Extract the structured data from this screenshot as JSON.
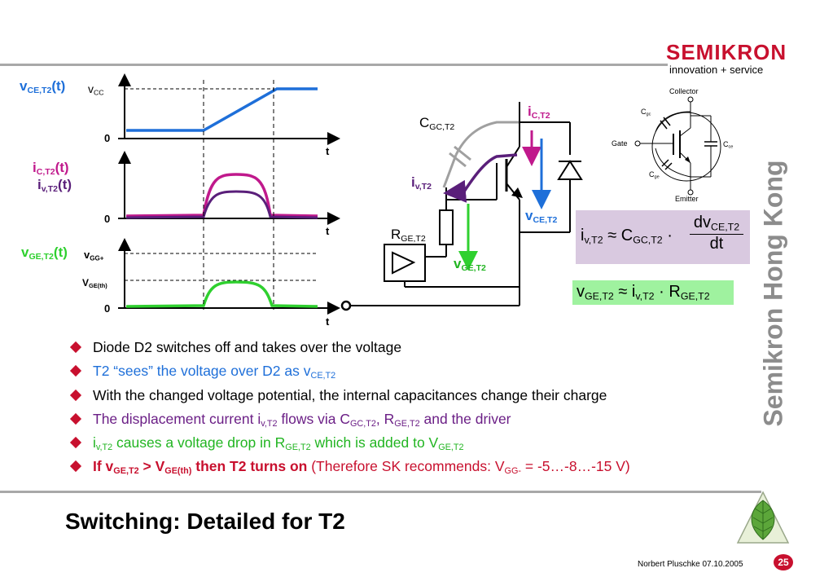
{
  "header": {
    "logo_text": "SEMIKRON",
    "logo_tagline": "innovation + service",
    "logo_color": "#c8102e"
  },
  "waveforms": {
    "vce": {
      "name": "v",
      "sub": "CE,T2",
      "suffix": "(t)",
      "level": "v",
      "level_sub": "CC",
      "zero": "0",
      "t": "t",
      "color": "#1e6fd9"
    },
    "ic": {
      "name": "i",
      "sub": "C,T2",
      "suffix": "(t)",
      "name2": "i",
      "sub2": "v,T2",
      "suffix2": "(t)",
      "zero": "0",
      "t": "t",
      "color": "#c0198c",
      "color2": "#5a1f7a"
    },
    "vge": {
      "name": "v",
      "sub": "GE,T2",
      "suffix": "(t)",
      "level": "v",
      "level_sub": "GG+",
      "level2": "V",
      "level2_sub": "GE(th)",
      "zero": "0",
      "t": "t",
      "color": "#2fd02f"
    }
  },
  "circuit": {
    "cgc": {
      "main": "C",
      "sub": "GC,T2"
    },
    "ic": {
      "main": "i",
      "sub": "C,T2"
    },
    "iv": {
      "main": "i",
      "sub": "v,T2"
    },
    "vce": {
      "main": "v",
      "sub": "CE,T2"
    },
    "rge": {
      "main": "R",
      "sub": "GE,T2"
    },
    "vge": {
      "main": "v",
      "sub": "GE,T2"
    }
  },
  "igbt": {
    "collector": "Collector",
    "gate": "Gate",
    "emitter": "Emitter",
    "cgc": {
      "main": "C",
      "sub": "gc"
    },
    "cce": {
      "main": "C",
      "sub": "ce"
    },
    "cge": {
      "main": "C",
      "sub": "ge"
    }
  },
  "equations": {
    "eq1": {
      "lhs": "i",
      "lhs_sub": "v,T2",
      "approx": "≈",
      "c": "C",
      "c_sub": "GC,T2",
      "dot": "·",
      "num": "dv",
      "num_sub": "CE,T2",
      "den": "dt",
      "bg": "#d9c9e0"
    },
    "eq2": {
      "lhs": "v",
      "lhs_sub": "GE,T2",
      "approx": "≈",
      "i": "i",
      "i_sub": "v,T2",
      "dot": "·",
      "r": "R",
      "r_sub": "GE,T2",
      "bg": "#9ff29f"
    }
  },
  "bullets": {
    "b1": {
      "text": "Diode D2 switches off and takes over the voltage",
      "color": "#000000"
    },
    "b2": {
      "a": "T2 “sees” the voltage over D2 as v",
      "a_sub": "CE,T2",
      "color": "#1e6fd9"
    },
    "b3": {
      "text": "With the changed voltage potential, the internal capacitances change their charge",
      "color": "#000000"
    },
    "b4": {
      "a": "The displacement current i",
      "a_sub": "v,T2",
      "b": " flows via C",
      "b_sub": "GC,T2",
      "c": ", R",
      "c_sub": "GE,T2",
      "d": " and the driver",
      "color": "#6b1f86"
    },
    "b5": {
      "a": "i",
      "a_sub": "v,T2",
      "b": " causes a voltage drop in R",
      "b_sub": "GE,T2",
      "c": " which is added to V",
      "c_sub": "GE,T2",
      "color": "#22b522"
    },
    "b6": {
      "a": "If v",
      "a_sub": "GE,T2",
      "b": " > V",
      "b_sub": "GE(th)",
      "c": " then T2 turns on",
      "d": " (Therefore SK recommends: V",
      "d_sub": "GG-",
      "e": " = -5…-8…-15 V)",
      "color": "#c8102e"
    }
  },
  "title": "Switching: Detailed for T2",
  "side_text": "Semikron Hong Kong",
  "footer": "Norbert Pluschke  07.10.2005",
  "page_number": "25"
}
